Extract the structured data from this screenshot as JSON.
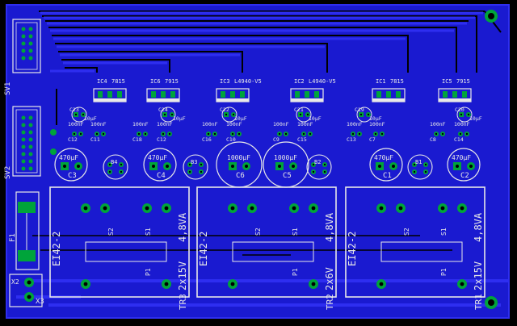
{
  "colors": {
    "background": "#000000",
    "copper_bottom": "#1f1fd8",
    "copper_top": "#2e2ef0",
    "pad": "#00a43a",
    "silk": "#e8e8e8"
  },
  "icons": [
    "mounting-hole-icon",
    "header-connector-icon",
    "pad-icon",
    "capacitor-icon",
    "bridge-rectifier-icon",
    "transformer-icon",
    "fuse-icon"
  ],
  "connectors": {
    "sv1": "SV1",
    "sv2": "SV2",
    "f1": "F1",
    "x2": "X2",
    "x3": "X3"
  },
  "regulators": [
    {
      "ref": "IC4",
      "part": "7815"
    },
    {
      "ref": "IC6",
      "part": "7915"
    },
    {
      "ref": "IC3",
      "part": "L4940-V5"
    },
    {
      "ref": "IC2",
      "part": "L4940-V5"
    },
    {
      "ref": "IC1",
      "part": "7815"
    },
    {
      "ref": "IC5",
      "part": "7915"
    }
  ],
  "small_caps": [
    {
      "ref": "C23",
      "value": "10µF"
    },
    {
      "ref": "C24",
      "value": "10µF"
    },
    {
      "ref": "C22",
      "value": "10µF"
    },
    {
      "ref": "C21",
      "value": "10µF"
    },
    {
      "ref": "C19",
      "value": "10µF"
    },
    {
      "ref": "C20",
      "value": "10µF"
    }
  ],
  "ceramic_caps": [
    {
      "ref": "C12",
      "value": "100nF"
    },
    {
      "ref": "C11",
      "value": "100nF"
    },
    {
      "ref": "C18",
      "value": "100nF"
    },
    {
      "ref": "C12b",
      "value": "100nF"
    },
    {
      "ref": "C16",
      "value": "100nF"
    },
    {
      "ref": "C10",
      "value": "100nF"
    },
    {
      "ref": "C9",
      "value": "100nF"
    },
    {
      "ref": "C15",
      "value": "100nF"
    },
    {
      "ref": "C13",
      "value": "100nF"
    },
    {
      "ref": "C7",
      "value": "100nF"
    },
    {
      "ref": "C8",
      "value": "100nF"
    },
    {
      "ref": "C14",
      "value": "100nF"
    }
  ],
  "big_caps": [
    {
      "ref": "C3",
      "value": "470µF"
    },
    {
      "ref": "C4",
      "value": "470µF"
    },
    {
      "ref": "C6",
      "value": "1000µF"
    },
    {
      "ref": "C5",
      "value": "1000µF"
    },
    {
      "ref": "C1",
      "value": "470µF"
    },
    {
      "ref": "C2",
      "value": "470µF"
    }
  ],
  "bridges": [
    "B4",
    "B3",
    "B2",
    "B1"
  ],
  "transformers": [
    {
      "ref": "TR3",
      "core": "EI42-2",
      "rating": "4,8VA",
      "secondary": "2x15V",
      "label_s1": "S1",
      "label_s2": "S2",
      "label_p1": "P1"
    },
    {
      "ref": "TR2",
      "core": "EI42-2",
      "rating": "4,8VA",
      "secondary": "2x6V",
      "label_s1": "S1",
      "label_s2": "S2",
      "label_p1": "P1"
    },
    {
      "ref": "TR1",
      "core": "EI42-2",
      "rating": "4,8VA",
      "secondary": "2x15V",
      "label_s1": "S1",
      "label_s2": "S2",
      "label_p1": "P1"
    }
  ]
}
